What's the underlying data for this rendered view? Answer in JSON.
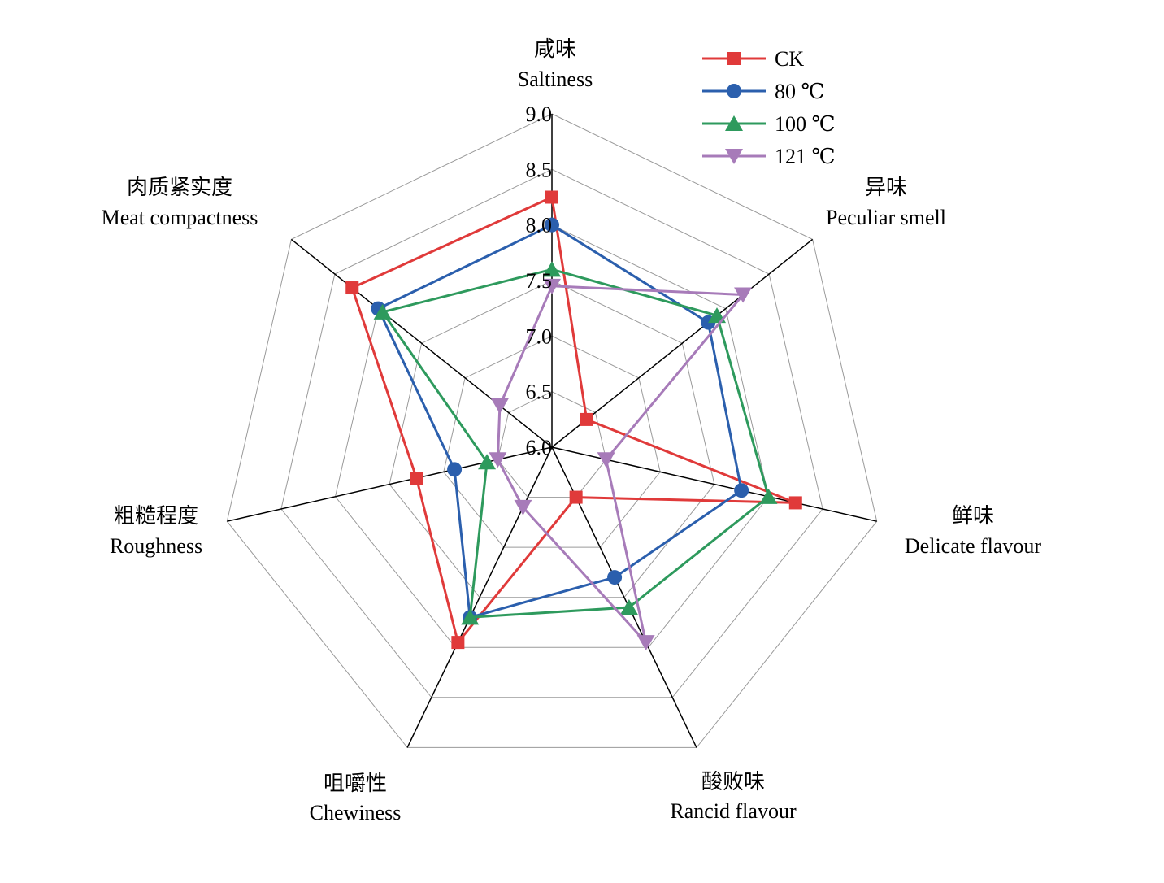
{
  "chart_data": {
    "type": "radar",
    "title": "",
    "range": [
      6.0,
      9.0
    ],
    "ticks": [
      "6.0",
      "6.5",
      "7.0",
      "7.5",
      "8.0",
      "8.5",
      "9.0"
    ],
    "tick_values": [
      6.0,
      6.5,
      7.0,
      7.5,
      8.0,
      8.5,
      9.0
    ],
    "grid": true,
    "legend_position": "top-right",
    "axes": [
      {
        "cn": "咸味",
        "en": "Saltiness"
      },
      {
        "cn": "异味",
        "en": "Peculiar smell"
      },
      {
        "cn": "鲜味",
        "en": "Delicate flavour"
      },
      {
        "cn": "酸败味",
        "en": "Rancid flavour"
      },
      {
        "cn": "咀嚼性",
        "en": "Chewiness"
      },
      {
        "cn": "粗糙程度",
        "en": "Roughness"
      },
      {
        "cn": "肉质紧实度",
        "en": "Meat compactness"
      }
    ],
    "series": [
      {
        "name": "CK",
        "color": "#e03a3a",
        "marker": "square",
        "values": [
          8.25,
          6.4,
          8.25,
          6.5,
          7.95,
          7.25,
          8.3
        ]
      },
      {
        "name": "80 ℃",
        "color": "#2b5fad",
        "marker": "circle",
        "values": [
          8.0,
          7.8,
          7.75,
          7.3,
          7.7,
          6.9,
          8.0
        ]
      },
      {
        "name": "100 ℃",
        "color": "#2e9a5d",
        "marker": "triangle-up",
        "values": [
          7.6,
          7.9,
          8.0,
          7.6,
          7.7,
          6.6,
          7.95
        ]
      },
      {
        "name": "121 ℃",
        "color": "#a77bb9",
        "marker": "triangle-down",
        "values": [
          7.45,
          8.2,
          6.5,
          7.95,
          6.6,
          6.5,
          6.6
        ]
      }
    ]
  }
}
